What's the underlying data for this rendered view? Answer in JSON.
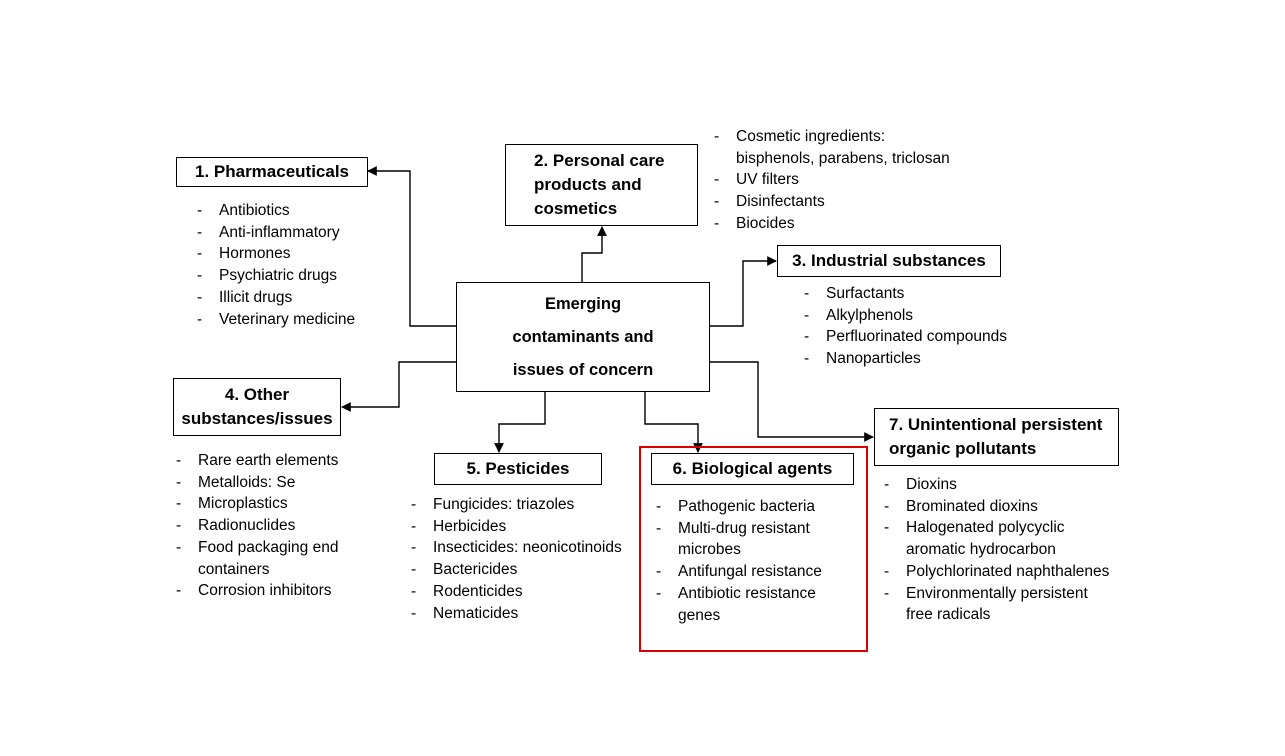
{
  "center": {
    "title": "Emerging\ncontaminants and\nissues of concern"
  },
  "categories": [
    {
      "title": "1.  Pharmaceuticals",
      "items": [
        "Antibiotics",
        "Anti-inflammatory",
        "Hormones",
        "Psychiatric drugs",
        "Illicit drugs",
        "Veterinary medicine"
      ]
    },
    {
      "title": "2.  Personal care\n     products and\n     cosmetics",
      "items": [
        "Cosmetic ingredients:\nbisphenols, parabens, triclosan",
        "UV filters",
        "Disinfectants",
        "Biocides"
      ]
    },
    {
      "title": "3.  Industrial substances",
      "items": [
        "Surfactants",
        "Alkylphenols",
        "Perfluorinated compounds",
        "Nanoparticles"
      ]
    },
    {
      "title": "4.   Other\nsubstances/issues",
      "items": [
        "Rare earth elements",
        "Metalloids: Se",
        "Microplastics",
        "Radionuclides",
        "Food packaging end\ncontainers",
        "Corrosion inhibitors"
      ]
    },
    {
      "title": "5.  Pesticides",
      "items": [
        "Fungicides: triazoles",
        "Herbicides",
        "Insecticides: neonicotinoids",
        "Bactericides",
        "Rodenticides",
        "Nematicides"
      ]
    },
    {
      "title": "6.  Biological agents",
      "items": [
        "Pathogenic bacteria",
        "Multi-drug resistant\nmicrobes",
        "Antifungal resistance",
        "Antibiotic resistance\ngenes"
      ]
    },
    {
      "title": "7.  Unintentional persistent\n     organic pollutants",
      "items": [
        "Dioxins",
        "Brominated dioxins",
        "Halogenated polycyclic\naromatic hydrocarbon",
        "Polychlorinated naphthalenes",
        "Environmentally persistent\nfree radicals"
      ]
    }
  ],
  "colors": {
    "highlight": "#d90000",
    "line": "#000000"
  }
}
